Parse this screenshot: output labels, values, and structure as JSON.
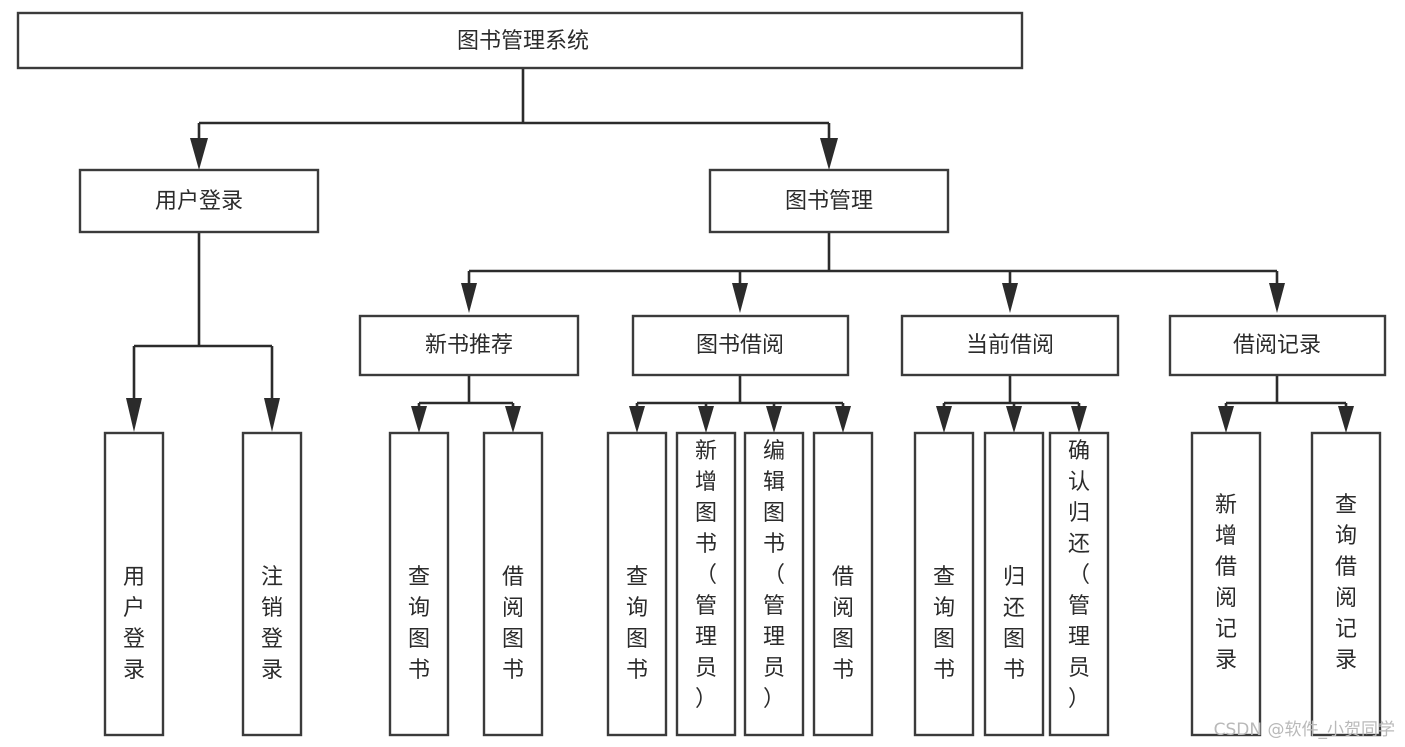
{
  "diagram": {
    "title": "图书管理系统",
    "type": "tree-hierarchy-chart",
    "orientation": "top-down",
    "colors": {
      "box_fill": "#ffffff",
      "box_stroke": "#3b3b3b",
      "connector": "#2b2b2b",
      "text": "#2b2b2b",
      "watermark": "#b9b9b9",
      "background": "#ffffff"
    },
    "root": {
      "label": "图书管理系统"
    },
    "level2": [
      {
        "label": "用户登录"
      },
      {
        "label": "图书管理"
      }
    ],
    "level3": [
      {
        "label": "新书推荐"
      },
      {
        "label": "图书借阅"
      },
      {
        "label": "当前借阅"
      },
      {
        "label": "借阅记录"
      }
    ],
    "leaves": {
      "user_login": [
        {
          "label": "用户登录"
        },
        {
          "label": "注销登录"
        }
      ],
      "new_book_recommend": [
        {
          "label": "查询图书"
        },
        {
          "label": "借阅图书"
        }
      ],
      "book_borrow": [
        {
          "label": "查询图书"
        },
        {
          "label": "新增图书（管理员）"
        },
        {
          "label": "编辑图书（管理员）"
        },
        {
          "label": "借阅图书"
        }
      ],
      "current_borrow": [
        {
          "label": "查询图书"
        },
        {
          "label": "归还图书"
        },
        {
          "label": "确认归还（管理员）"
        }
      ],
      "borrow_record": [
        {
          "label": "新增借阅记录"
        },
        {
          "label": "查询借阅记录"
        }
      ]
    },
    "watermark": "CSDN @软件_小贺同学"
  }
}
